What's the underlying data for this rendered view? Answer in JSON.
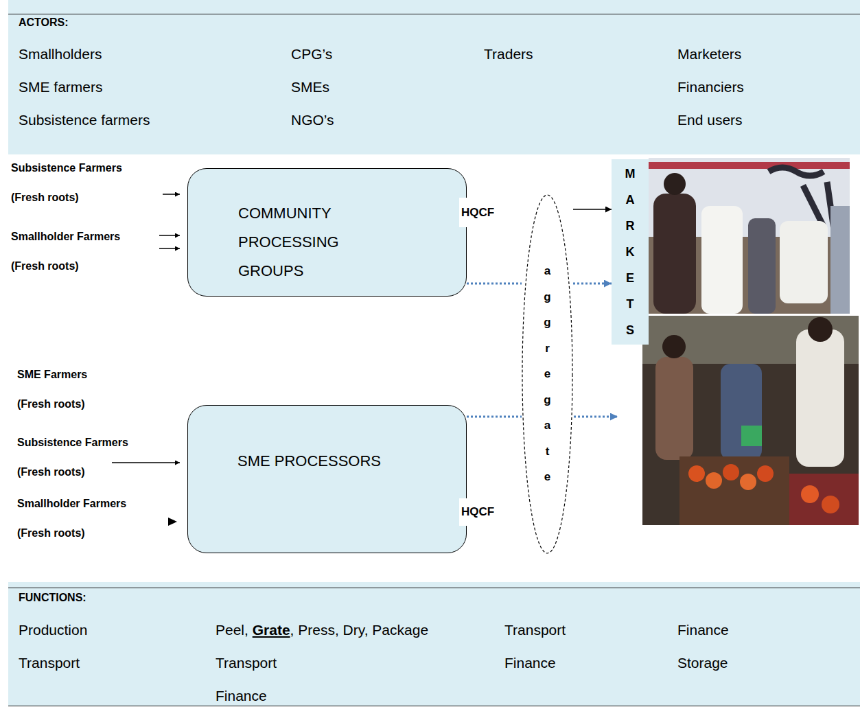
{
  "diagram": {
    "nodes": [
      {
        "text": [
          "ACTORS:",
          "Smallholders",
          "CPG’s",
          "Traders",
          "Marketers",
          "SME farmers",
          "SMEs",
          "Financiers",
          "Subsistence farmers",
          "NGO’s",
          "End users"
        ]
      },
      {
        "text": [
          "COMMUNITY PROCESSING GROUPS",
          "HQCF"
        ]
      },
      {
        "text": [
          "MARKETS"
        ]
      },
      {
        "text": [
          "aggregate"
        ]
      },
      {
        "text": [
          "SME PROCESSORS",
          "HQCF"
        ]
      },
      {
        "text": [
          "FUNCTIONS:",
          "Production",
          "Peel, Grate, Press, Dry, Package",
          "Transport",
          "Finance",
          "Transport",
          "Transport",
          "Finance",
          "Storage",
          "Finance"
        ]
      }
    ],
    "edges": [
      {
        "from": 1,
        "to": 3,
        "arrow": "none"
      },
      {
        "from": 3,
        "to": 2,
        "arrow": "to"
      },
      {
        "from": 3,
        "to": 2,
        "arrow": "to"
      },
      {
        "from": 4,
        "to": 3,
        "arrow": "none"
      }
    ],
    "labels": [
      "Subsistence Farmers",
      "(Fresh roots)",
      "Smallholder Farmers",
      "(Fresh roots)",
      "SME Farmers",
      "(Fresh roots)",
      "Subsistence Farmers",
      "(Fresh roots)",
      "Smallholder Farmers",
      "(Fresh roots)"
    ]
  }
}
